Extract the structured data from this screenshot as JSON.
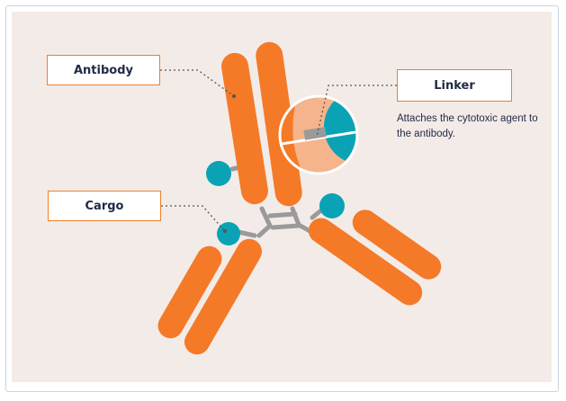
{
  "labels": {
    "antibody": "Antibody",
    "linker": "Linker",
    "cargo": "Cargo"
  },
  "linker_description": "Attaches the cytotoxic agent to the antibody.",
  "colors": {
    "panel": "#f3ebe8",
    "antibody": "#f47a28",
    "linker_light": "#f6b48c",
    "cargo": "#0aa3b5",
    "hinge": "#9a9a9a",
    "label_border": "#f07f2b",
    "text": "#1f2a44"
  }
}
